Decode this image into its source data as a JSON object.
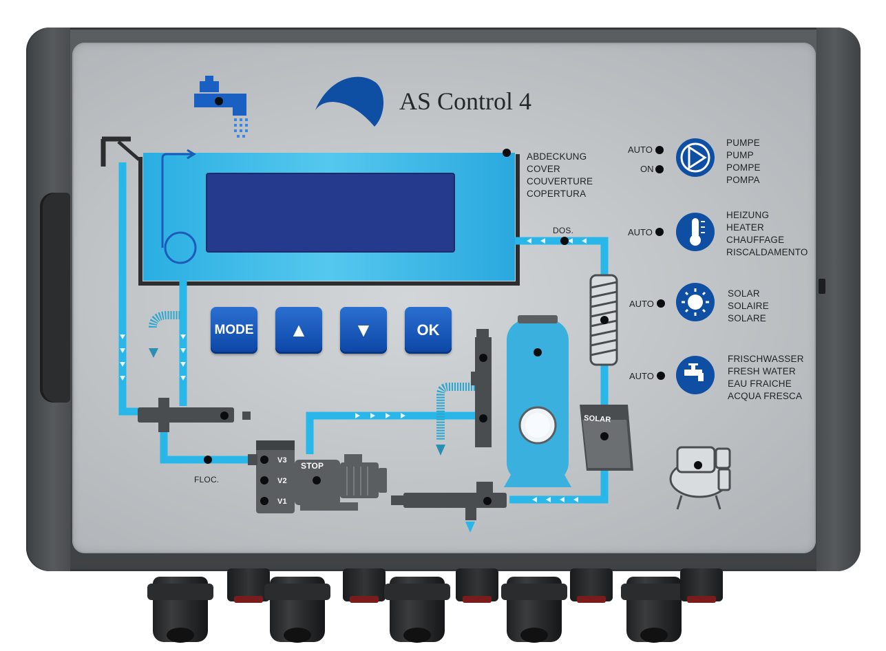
{
  "brand": {
    "title": "AS Control 4"
  },
  "buttons": {
    "mode": "MODE",
    "up": "▲",
    "down": "▼",
    "ok": "OK"
  },
  "cover": {
    "lines": [
      "ABDECKUNG",
      "COVER",
      "COUVERTURE",
      "COPERTURA"
    ]
  },
  "status": {
    "pump": {
      "auto_label": "AUTO",
      "on_label": "ON",
      "lines": [
        "PUMPE",
        "PUMP",
        "POMPE",
        "POMPA"
      ]
    },
    "heater": {
      "auto_label": "AUTO",
      "lines": [
        "HEIZUNG",
        "HEATER",
        "CHAUFFAGE",
        "RISCALDAMENTO"
      ]
    },
    "solar": {
      "auto_label": "AUTO",
      "lines": [
        "SOLAR",
        "SOLAIRE",
        "SOLARE"
      ]
    },
    "freshwater": {
      "auto_label": "AUTO",
      "lines": [
        "FRISCHWASSER",
        "FRESH WATER",
        "EAU FRAICHE",
        "ACQUA FRESCA"
      ]
    }
  },
  "schematic": {
    "dos_label": "DOS.",
    "floc_label": "FLOC.",
    "stop_label": "STOP",
    "valves": [
      "V3",
      "V2",
      "V1"
    ],
    "solar_label": "SOLAR"
  },
  "colors": {
    "accent_blue": "#0e4fa4",
    "water_cyan": "#29b6e8",
    "panel_grey": "#c3c7ca"
  }
}
